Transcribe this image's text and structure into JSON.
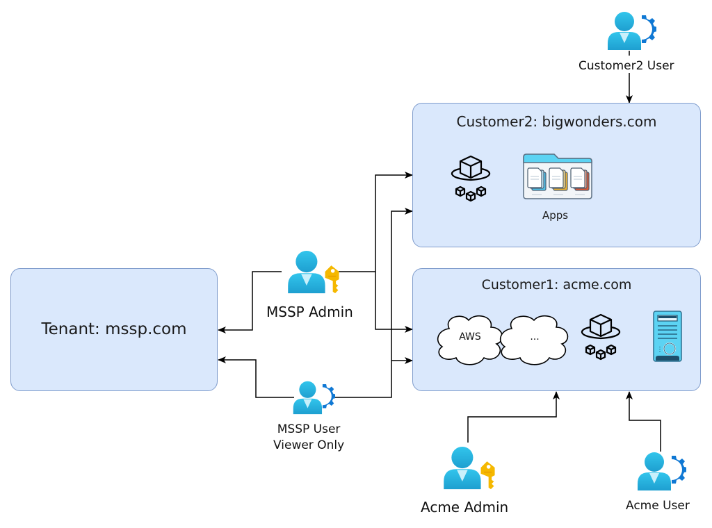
{
  "diagram": {
    "tenant": {
      "title": "Tenant: mssp.com"
    },
    "customer2": {
      "title": "Customer2: bigwonders.com",
      "items": [
        {
          "icon": "cube-cluster-icon",
          "label": ""
        },
        {
          "icon": "apps-folder-icon",
          "label": "Apps"
        }
      ]
    },
    "customer1": {
      "title": "Customer1: acme.com",
      "items": [
        {
          "icon": "cloud-icon",
          "label": "AWS"
        },
        {
          "icon": "cloud-icon",
          "label": "..."
        },
        {
          "icon": "cube-cluster-icon",
          "label": ""
        },
        {
          "icon": "server-icon",
          "label": ""
        }
      ]
    },
    "actors": {
      "mssp_admin": {
        "label": "MSSP Admin",
        "icon": "admin-user-key-icon"
      },
      "mssp_user": {
        "label_line1": "MSSP User",
        "label_line2": "Viewer Only",
        "icon": "user-gear-icon"
      },
      "customer2_user": {
        "label": "Customer2 User",
        "icon": "user-gear-icon"
      },
      "acme_admin": {
        "label": "Acme Admin",
        "icon": "admin-user-key-icon"
      },
      "acme_user": {
        "label": "Acme User",
        "icon": "user-gear-icon"
      }
    },
    "connections": [
      {
        "from": "MSSP Admin",
        "to": "Tenant: mssp.com"
      },
      {
        "from": "MSSP Admin",
        "to": "Customer2: bigwonders.com"
      },
      {
        "from": "MSSP Admin",
        "to": "Customer1: acme.com"
      },
      {
        "from": "MSSP User",
        "to": "Tenant: mssp.com"
      },
      {
        "from": "MSSP User",
        "to": "Customer2: bigwonders.com"
      },
      {
        "from": "MSSP User",
        "to": "Customer1: acme.com"
      },
      {
        "from": "Customer2 User",
        "to": "Customer2: bigwonders.com"
      },
      {
        "from": "Acme Admin",
        "to": "Customer1: acme.com"
      },
      {
        "from": "Acme User",
        "to": "Customer1: acme.com"
      }
    ],
    "colors": {
      "box_fill": "#dae8fc",
      "box_border": "#7f9ccc",
      "user_body": "#32c5ec",
      "gear": "#0f78d4",
      "key": "#f5b800"
    }
  }
}
